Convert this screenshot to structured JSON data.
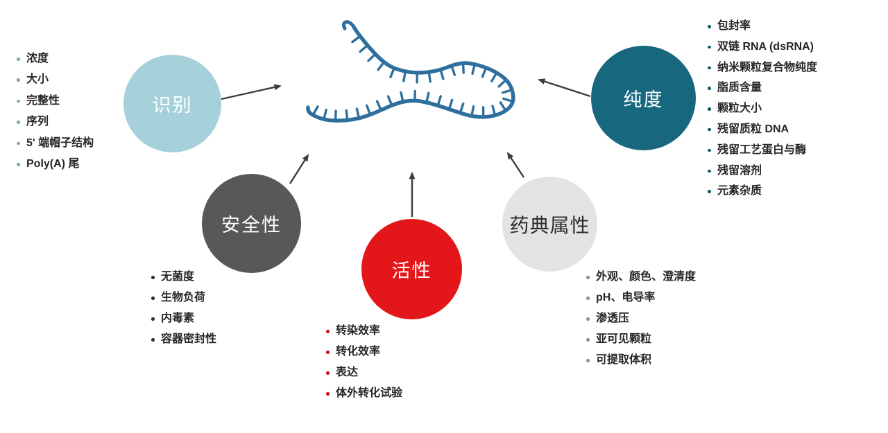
{
  "diagram": {
    "title": "mRNA quality attributes diagram",
    "arrow_color": "#3c3c3c",
    "rna_color": "#2f6f9e",
    "background": "#ffffff"
  },
  "categories": [
    {
      "id": "identification",
      "label": "识别",
      "circle_color": "#a6d1db",
      "text_color": "#ffffff",
      "bullet_color": "#7fa8b0",
      "items": [
        "浓度",
        "大小",
        "完整性",
        "序列",
        "5' 端帽子结构",
        "Poly(A) 尾"
      ]
    },
    {
      "id": "safety",
      "label": "安全性",
      "circle_color": "#57585a",
      "text_color": "#ffffff",
      "bullet_color": "#2f2f2f",
      "items": [
        "无菌度",
        "生物负荷",
        "内毒素",
        "容器密封性"
      ]
    },
    {
      "id": "activity",
      "label": "活性",
      "circle_color": "#e3171a",
      "text_color": "#ffffff",
      "bullet_color": "#c3161c",
      "items": [
        "转染效率",
        "转化效率",
        "表达",
        "体外转化试验"
      ]
    },
    {
      "id": "pharmacopoeia",
      "label": "药典属性",
      "circle_color": "#e3e3e4",
      "text_color": "#2b2b2b",
      "bullet_color": "#909090",
      "items": [
        "外观、颜色、澄清度",
        "pH、电导率",
        "渗透压",
        "亚可见颗粒",
        "可提取体积"
      ]
    },
    {
      "id": "purity",
      "label": "纯度",
      "circle_color": "#17677f",
      "text_color": "#ffffff",
      "bullet_color": "#0f5e6d",
      "items": [
        "包封率",
        "双链 RNA (dsRNA)",
        "纳米颗粒复合物纯度",
        "脂质含量",
        "颗粒大小",
        "残留质粒 DNA",
        "残留工艺蛋白与酶",
        "残留溶剂",
        "元素杂质"
      ]
    }
  ]
}
